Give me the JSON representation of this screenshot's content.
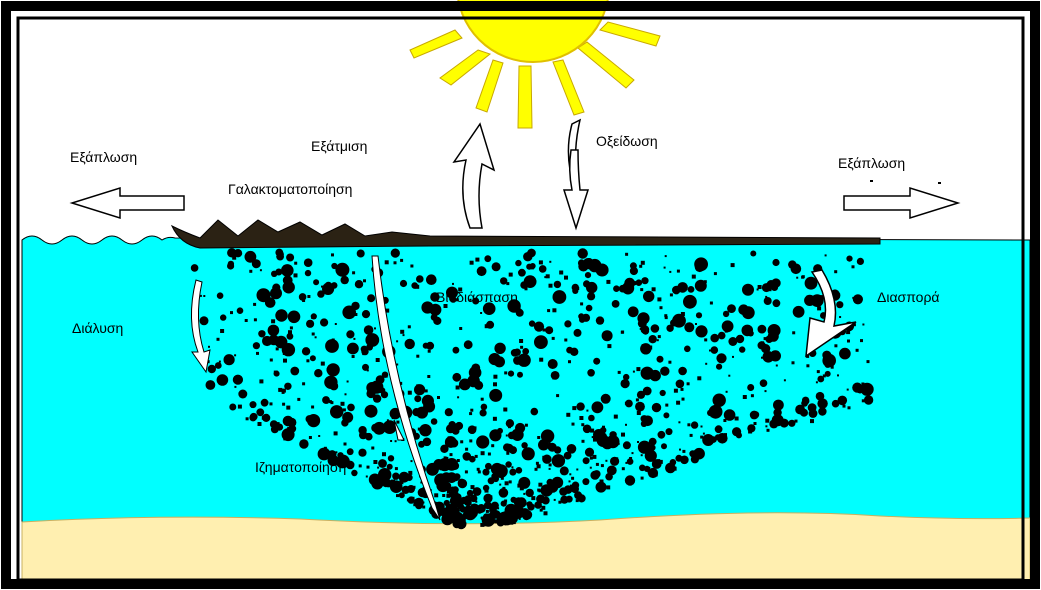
{
  "labels": {
    "spreading_left": "Εξάπλωση",
    "evaporation": "Εξάτμιση",
    "oxidation": "Οξείδωση",
    "spreading_right": "Εξάπλωση",
    "emulsification": "Γαλακτοματοποίηση",
    "biodegradation": "Βιοδιάσπαση",
    "dissolution": "Διάλυση",
    "dispersion": "Διασπορά",
    "sedimentation": "Ιζηματοποίηση"
  },
  "colors": {
    "sky": "#ffffff",
    "sea": "#00ffff",
    "sand": "#ffefb0",
    "sun": "#ffff00",
    "sun_outline": "#e0c000",
    "oil": "#000000",
    "slick": "#2b2214",
    "border": "#000000"
  }
}
